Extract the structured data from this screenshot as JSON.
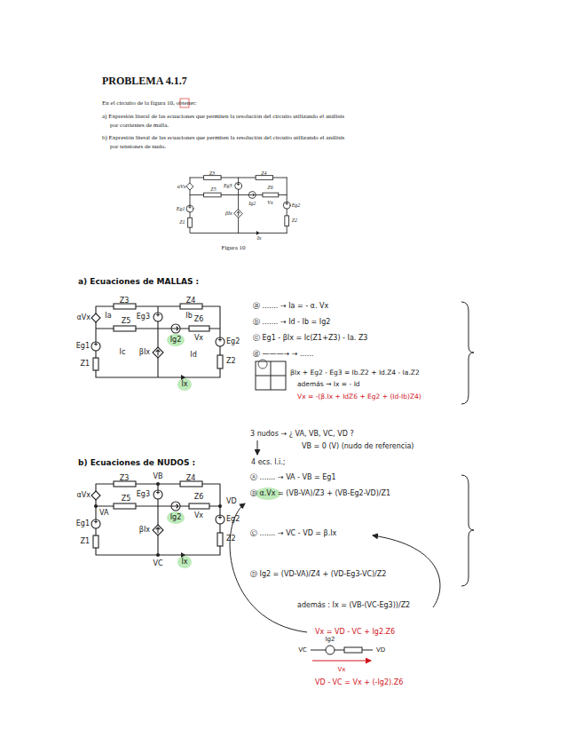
{
  "diagram": {
    "title": "PROBLEMA 4.1.7",
    "caption": "Figura 10",
    "labels": [
      "En el circuito de la figura 10, obtener:",
      "a) Expresión literal de las ecuaciones que permiten la resolución del circuito utilizando el análisis",
      "por corrientes de malla.",
      "b) Expresión literal de las ecuaciones que permiten la resolución del circuito utilizando el análisis",
      "por tensiones de nudo.",
      "Z3",
      "Z4",
      "αVx",
      "Z5",
      "Eg3",
      "Ig2",
      "Z6",
      "Vx",
      "Eg1",
      "βIx",
      "Eg2",
      "Z1",
      "Z2",
      "Ix",
      "a) Ecuaciones de MALLAS :",
      "Z3",
      "Z4",
      "αVx",
      "Z5",
      "Eg3",
      "Ig2",
      "Z6",
      "Vx",
      "Eg1",
      "βIx",
      "Eg2",
      "Z1",
      "Z2",
      "Ix",
      "Ia",
      "Ib",
      "Ic",
      "Id",
      "ⓐ ....... → Ia = - α. Vx",
      "ⓑ ....... → Id - Ib = Ig2",
      "ⓒ Eg1 - βIx = Ic(Z1+Z3) - Ia. Z3",
      "ⓓ ———→ → ......",
      "βIx + Eg2 - Eg3 = Ib.Z2 + Id.Z4 - Ia.Z2",
      "además → Ix = - Id",
      "Vx = -(β.Ix + IdZ6 + Eg2 + (Id-Ib)Z4)",
      "b) Ecuaciones de NUDOS :",
      "Z3",
      "Z4",
      "αVx",
      "Z5",
      "Eg3",
      "Ig2",
      "Z6",
      "Vx",
      "Eg1",
      "βIx",
      "Eg2",
      "Z1",
      "Z2",
      "Ix",
      "VA",
      "VB",
      "VD",
      "VC",
      "3 nudos → ¿ VA, VB, VC, VD ?",
      "VB = 0 (V) (nudo de referencia)",
      "4 ecs. l.i.;",
      "Ⓐ ....... → VA - VB = Eg1",
      "Ⓑ α.Vx = (VB-VA)/Z3 + (VB-Eg2-VD)/Z1",
      "Ⓒ ....... → VC - VD = β.Ix",
      "Ⓓ Ig2 = (VD-VA)/Z4 + (VD-Eg3-VC)/Z2",
      "además : Ix = (VB-(VC-Eg3))/Z2",
      "Vx = VD - VC + Ig2.Z6",
      "VC",
      "Ig2",
      "VD",
      "Vx",
      "VD - VC = Vx + (-Ig2).Z6"
    ]
  }
}
